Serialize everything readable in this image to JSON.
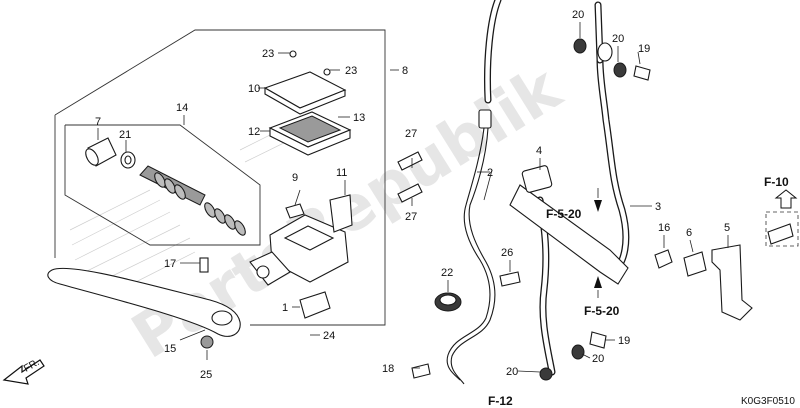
{
  "watermark": "PartsRepublik",
  "diagram_code": "K0G3F0510",
  "front_arrow_label": "FR.",
  "callouts": [
    "1",
    "2",
    "3",
    "4",
    "5",
    "6",
    "7",
    "8",
    "9",
    "10",
    "11",
    "12",
    "13",
    "14",
    "15",
    "16",
    "17",
    "18",
    "19",
    "20",
    "21",
    "22",
    "23",
    "24",
    "25",
    "26",
    "27"
  ],
  "references": {
    "f_10": "F-10",
    "f_5_20": "F-5-20",
    "f_12": "F-12"
  }
}
